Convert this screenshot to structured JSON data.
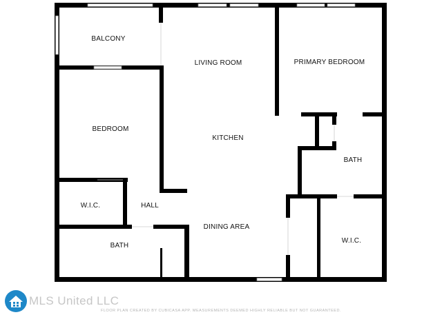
{
  "floorplan": {
    "rooms": {
      "balcony": "BALCONY",
      "living_room": "LIVING ROOM",
      "primary_bedroom": "PRIMARY BEDROOM",
      "bedroom": "BEDROOM",
      "kitchen": "KITCHEN",
      "bath_right": "BATH",
      "wic_left": "W.I.C.",
      "hall": "HALL",
      "dining_area": "DINING AREA",
      "bath_left": "BATH",
      "wic_right": "W.I.C."
    }
  },
  "watermark": {
    "text": "MLS United LLC",
    "icon": "house-logo-icon"
  },
  "footer": {
    "note": "FLOOR PLAN CREATED BY CUBICASA APP. MEASUREMENTS DEEMED HIGHLY RELIABLE BUT NOT GUARANTEED."
  },
  "colors": {
    "wall": "#000000",
    "window": "#ffffff",
    "logo": "#1e88c8"
  }
}
